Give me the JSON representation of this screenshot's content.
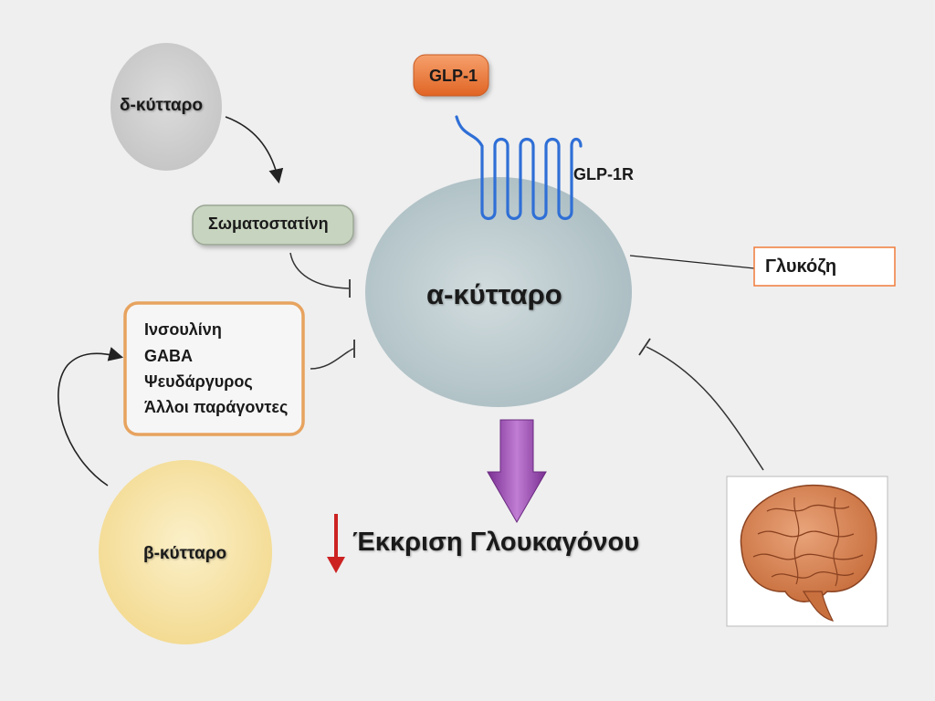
{
  "diagram": {
    "nodes": {
      "delta_cell": {
        "label": "δ-κύτταρο"
      },
      "somatostatin": {
        "label": "Σωματοστατίνη"
      },
      "alpha_cell": {
        "label": "α-κύτταρο"
      },
      "glp1": {
        "label": "GLP-1"
      },
      "glp1r": {
        "label": "GLP-1R"
      },
      "glucose": {
        "label": "Γλυκόζη"
      },
      "beta_factors": {
        "items": [
          "Ινσουλίνη",
          "GABA",
          "Ψευδάργυρος",
          "Άλλοι παράγοντες"
        ]
      },
      "beta_cell": {
        "label": "β-κύτταρο"
      },
      "glucagon_secretion": {
        "label": "Έκκριση Γλουκαγόνου"
      },
      "brain": {
        "icon": "brain-icon"
      }
    },
    "colors": {
      "delta_cell": "#cfcfcf",
      "somatostatin": "#c5d3bd",
      "alpha_cell": "#b3c5c9",
      "glp1": "#f07b3a",
      "glp1r": "#2f6fd6",
      "beta_cell": "#f7e2a2",
      "factors_border": "#e7a35f",
      "secretion_arrow": "#9b4fb0",
      "down_arrow": "#cc2222",
      "glucose_border": "#f07b3a"
    }
  }
}
